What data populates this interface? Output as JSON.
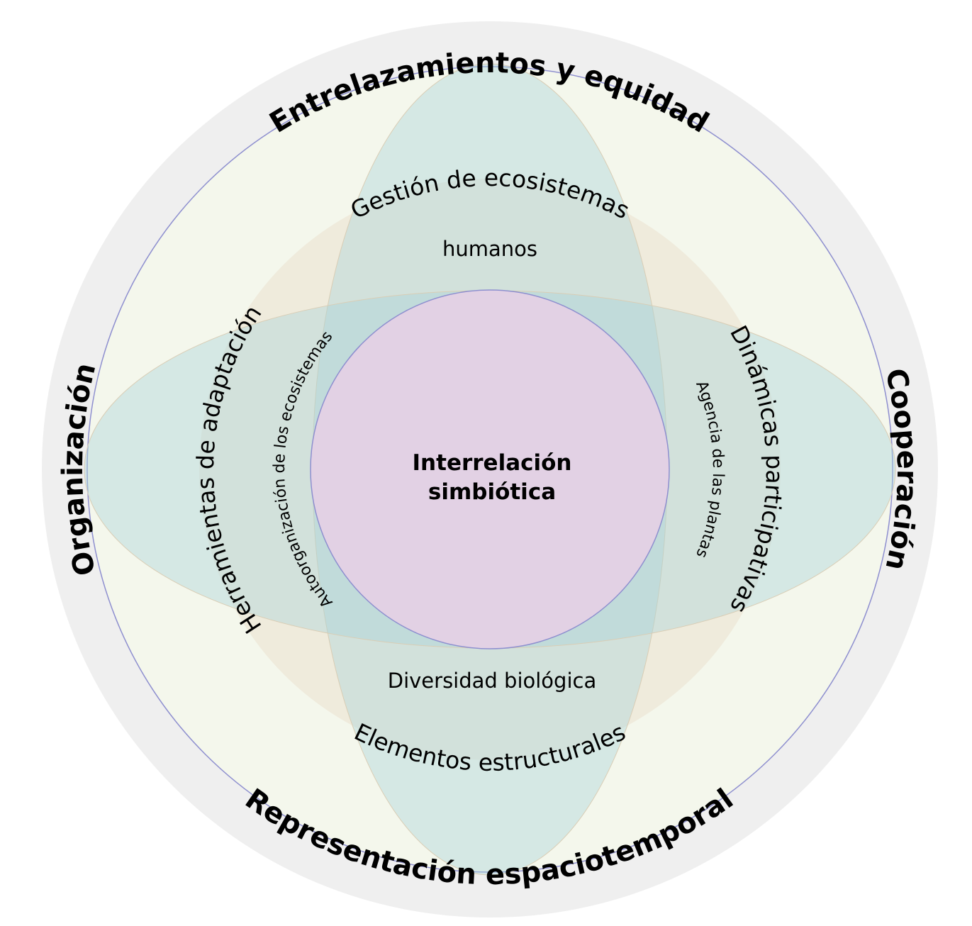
{
  "diagram": {
    "outer_ring": {
      "top": "Entrelazamientos y equidad",
      "bottom": "Representación espaciotemporal",
      "left": "Organización",
      "right": "Cooperación"
    },
    "vertical_ellipse": {
      "top": "Gestión de ecosistemas",
      "bottom": "Elementos estructurales"
    },
    "middle_circle": {
      "top": "humanos",
      "bottom": "Diversidad biológica"
    },
    "horizontal_ellipse": {
      "left": "Herramientas de adaptación",
      "right": "Dinámicas participativas"
    },
    "inner_band": {
      "left": "Autoorganización de los ecosistemas",
      "right": "Agencia de las plantas"
    },
    "center": {
      "line1": "Interrelación",
      "line2": "simbiótica"
    }
  },
  "colors": {
    "outer_ring_fill": "#efefef",
    "outer_circle_fill": "#f4f7ec",
    "outline_blue": "#8e8fcf",
    "middle_circle_fill": "#ede7d8",
    "ellipse_fill": "#a9d3d8",
    "center_fill": "#e2d1e4"
  }
}
